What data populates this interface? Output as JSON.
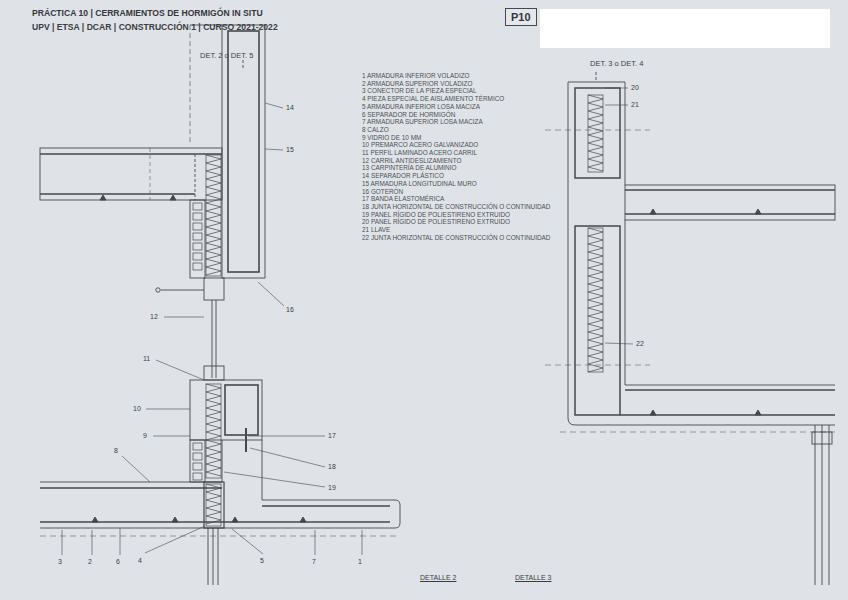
{
  "diagram": {
    "title": "PRÁCTICA 10 | CERRAMIENTOS DE HORMIGÓN IN SITU",
    "nodes": [
      {
        "text": [
          "P10"
        ]
      }
    ],
    "labels": [
      "UPV | ETSA | DCAR | CONSTRUCCIÓN 1 | CURSO 2021-2022",
      "DET. 2 o DET. 5",
      "DET. 3 o DET. 4",
      "1 ARMADURA INFERIOR VOLADIZO",
      "2 ARMADURA SUPERIOR VOLADIZO",
      "3 CONECTOR DE LA PIEZA ESPECIAL",
      "4 PIEZA ESPECIAL DE AISLAMIENTO TÉRMICO",
      "5 ARMADURA INFERIOR LOSA MACIZA",
      "6 SEPARADOR DE HORMIGÓN",
      "7 ARMADURA SUPERIOR LOSA MACIZA",
      "8 CALZO",
      "9 VIDRIO DE 10 MM",
      "10 PREMARCO ACERO GALVANIZADO",
      "11 PERFIL LAMINADO ACERO CARRIL",
      "12 CARRIL ANTIDESLIZAMIENTO",
      "13 CARPINTERÍA DE ALUMINIO",
      "14 SEPARADOR PLÁSTICO",
      "15 ARMADURA LONGITUDINAL MURO",
      "16 GOTERÓN",
      "17 BANDA ELASTOMÉRICA",
      "18 JUNTA HORIZONTAL DE CONSTRUCCIÓN O CONTINUIDAD",
      "19 PANEL RÍGIDO DE POLIESTIRENO EXTRUIDO",
      "20 PANEL RÍGIDO DE POLIESTIRENO EXTRUIDO",
      "21 LLAVE",
      "22 JUNTA HORIZONTAL DE CONSTRUCCIÓN O CONTINUIDAD",
      "14",
      "15",
      "16",
      "12",
      "11",
      "10",
      "9",
      "17",
      "18",
      "19",
      "8",
      "3",
      "2",
      "6",
      "4",
      "5",
      "7",
      "1",
      "20",
      "21",
      "22",
      "DETALLE 2",
      "DETALLE 3"
    ]
  }
}
